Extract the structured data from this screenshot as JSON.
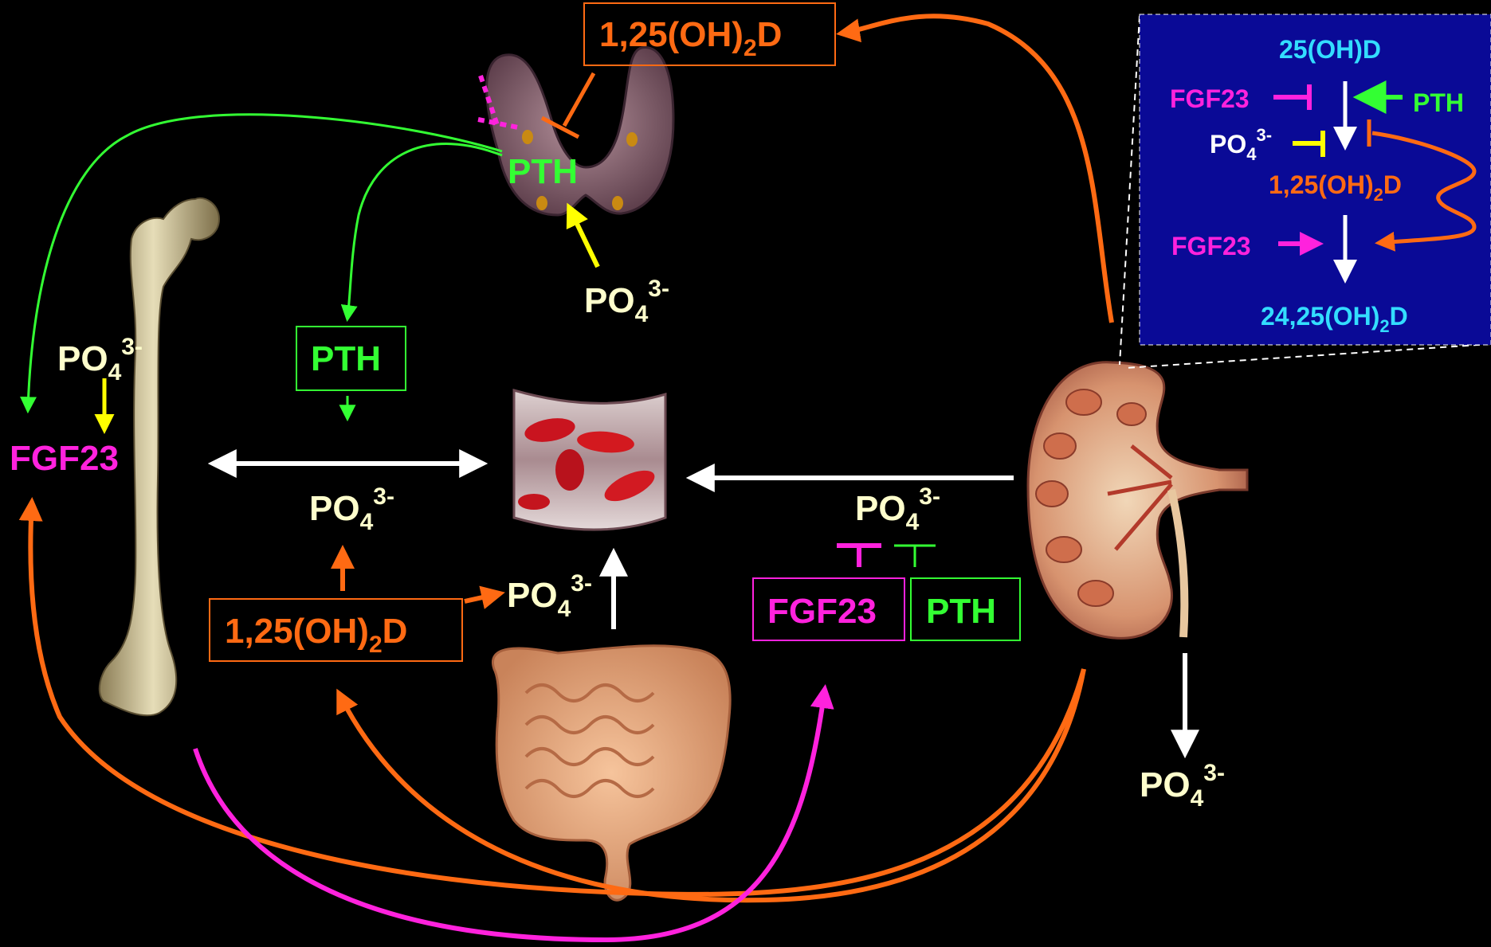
{
  "labels": {
    "calcitriol_top": "1,25(OH)",
    "calcitriol_top_sub": "2",
    "calcitriol_top_tail": "D",
    "pth_gland": "PTH",
    "po4_gland": "PO",
    "po4_gland_sub": "4",
    "po4_gland_sup": "3-",
    "pth_box": "PTH",
    "po4_bone": "PO",
    "po4_bone_sub": "4",
    "po4_bone_sup": "3-",
    "fgf23_bone": "FGF23",
    "po4_center": "PO",
    "po4_center_sub": "4",
    "po4_center_sup": "3-",
    "calcitriol_gut": "1,25(OH)",
    "calcitriol_gut_sub": "2",
    "calcitriol_gut_tail": "D",
    "po4_gut": "PO",
    "po4_gut_sub": "4",
    "po4_gut_sup": "3-",
    "po4_kidney_reabs": "PO",
    "po4_kidney_reabs_sub": "4",
    "po4_kidney_reabs_sup": "3-",
    "fgf23_box": "FGF23",
    "pth_box_kidney": "PTH",
    "po4_urine": "PO",
    "po4_urine_sub": "4",
    "po4_urine_sup": "3-"
  },
  "inset": {
    "substrate": "25(OH)D",
    "fgf23_inhibit": "FGF23",
    "pth_stim": "PTH",
    "po4": "PO",
    "po4_sub": "4",
    "po4_sup": "3-",
    "product": "1,25(OH)",
    "product_sub": "2",
    "product_tail": "D",
    "fgf23_stim": "FGF23",
    "catabolite": "24,25(OH)",
    "catabolite_sub": "2",
    "catabolite_tail": "D"
  },
  "colors": {
    "background": "#000000",
    "orange": "#ff6a13",
    "green": "#33ff33",
    "magenta": "#ff22dd",
    "yellow": "#ffff00",
    "white": "#ffffff",
    "cream": "#ffffcc",
    "cyan": "#33ddff",
    "inset_bg": "#0a0a96"
  },
  "icons": {
    "bone": "femur-bone-illustration",
    "gland": "parathyroid-thyroid-gland-illustration",
    "vessel": "blood-vessel-red-cells-illustration",
    "gut": "intestine-illustration",
    "kidney": "kidney-cross-section-illustration"
  }
}
